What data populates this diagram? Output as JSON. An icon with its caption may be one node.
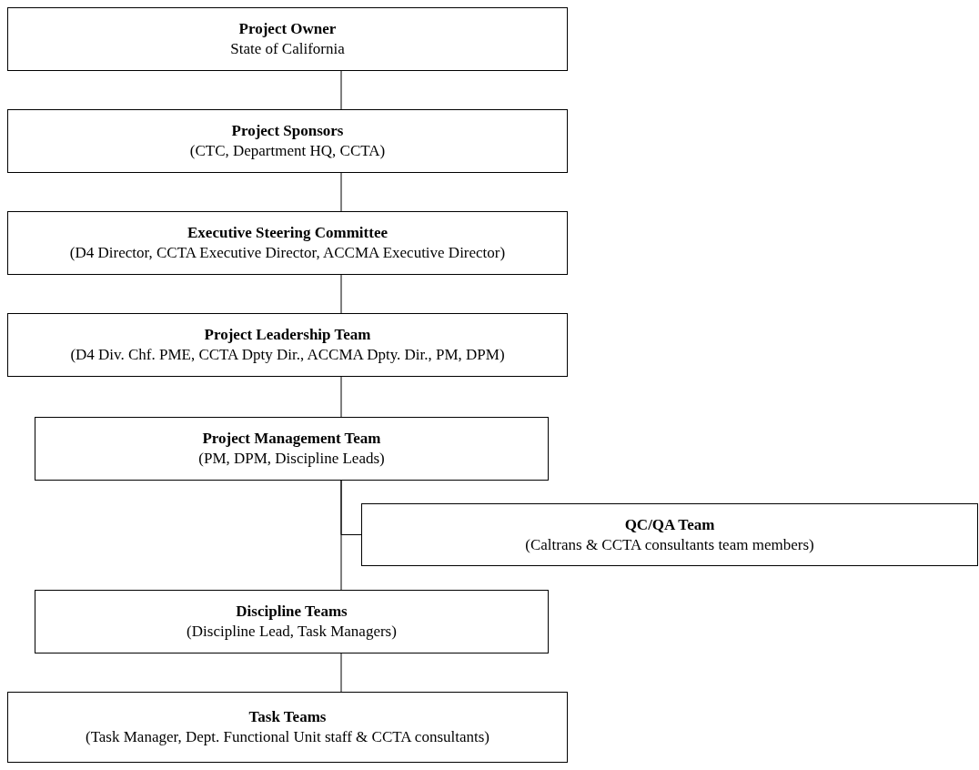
{
  "diagram": {
    "nodes": [
      {
        "text": [
          "Project Owner",
          "State of California"
        ]
      },
      {
        "text": [
          "Project Sponsors",
          "(CTC, Department HQ, CCTA)"
        ]
      },
      {
        "text": [
          "Executive Steering Committee",
          "(D4 Director, CCTA Executive Director, ACCMA Executive Director)"
        ]
      },
      {
        "text": [
          "Project Leadership Team",
          "(D4 Div. Chf. PME, CCTA Dpty Dir., ACCMA Dpty. Dir., PM, DPM)"
        ]
      },
      {
        "text": [
          "Project Management Team",
          "(PM, DPM, Discipline Leads)"
        ]
      },
      {
        "text": [
          "QC/QA Team",
          "(Caltrans & CCTA consultants team members)"
        ]
      },
      {
        "text": [
          "Discipline Teams",
          "(Discipline Lead, Task Managers)"
        ]
      },
      {
        "text": [
          "Task Teams",
          "(Task Manager, Dept. Functional Unit staff & CCTA consultants)"
        ]
      }
    ],
    "edges": [
      {
        "from": 0,
        "to": 1,
        "arrow": "none"
      },
      {
        "from": 1,
        "to": 2,
        "arrow": "none"
      },
      {
        "from": 2,
        "to": 3,
        "arrow": "none"
      },
      {
        "from": 3,
        "to": 4,
        "arrow": "none"
      },
      {
        "from": 4,
        "to": 5,
        "arrow": "none"
      },
      {
        "from": 4,
        "to": 6,
        "arrow": "none"
      },
      {
        "from": 6,
        "to": 7,
        "arrow": "none"
      }
    ]
  }
}
